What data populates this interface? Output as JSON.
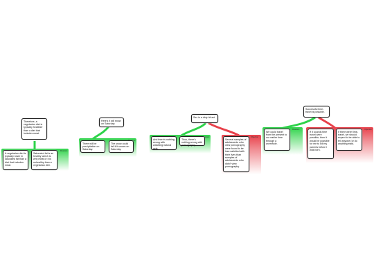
{
  "claims": [
    {
      "text": "Therefore, a vegetarian diet is typically healthier than a diet that includes meat."
    },
    {
      "text": "Here's it will snow on Saturday."
    },
    {
      "text": "Sex is a dirty hit act."
    },
    {
      "text": "Successful time-travel is possible."
    }
  ],
  "premises": [
    {
      "text": "A vegetarian diet is typically lower in saturated fat than a diet that includes meat."
    },
    {
      "text": "Saturated fat is as healthy which is why meat or it is unhealthy than a vegetarian diet."
    },
    {
      "text": "There will be precipitation on Saturday."
    },
    {
      "text": "The snow could fall if it snows on Saturday."
    },
    {
      "text": "And there's nothing wrong with watching natural acts."
    },
    {
      "text": "Thus, there's nothing wrong with pornography."
    },
    {
      "text": "Several samples of adolescents who view pornography were found to be less satisfied with their lives than samples of adolescents who didn't view pornography."
    },
    {
      "text": "We could travel from the present to our earlier time through a wormhole."
    },
    {
      "text": "If it sounds time travel were possible, then it would be possible for me to kill my parents before I was born."
    },
    {
      "text": "If there were time-travel, we should expect to be able to tell anyone (or do anything else)."
    }
  ],
  "reason_tags": {
    "support": "Reasons",
    "objection": "Objection"
  },
  "colors": {
    "support": "#2ed34a",
    "objection": "#e8404a",
    "box_border": "#222222"
  }
}
